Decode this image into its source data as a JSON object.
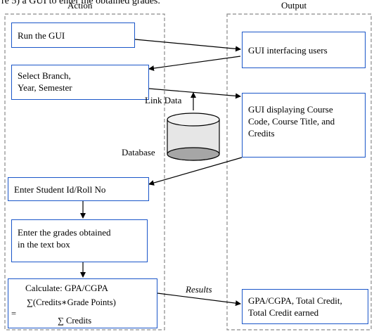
{
  "cut_caption": "re 5) a GUI to enter the obtained grades.",
  "columns": {
    "action": "Action",
    "output": "Output"
  },
  "action_steps": {
    "run_gui": "Run the GUI",
    "select_line1": "Select Branch,",
    "select_line2": "Year, Semester",
    "enter_id": "Enter Student Id/Roll No",
    "enter_grades_line1": "Enter the grades obtained",
    "enter_grades_line2": "in the text box",
    "calculate": "Calculate: GPA/CGPA",
    "formula_numerator": "∑(Credits∗Grade Points)",
    "formula_equals": "=",
    "formula_denominator": "∑ Credits"
  },
  "output_steps": {
    "gui_users": "GUI interfacing users",
    "display_line1": "GUI displaying Course",
    "display_line2": "Code, Course Title, and",
    "display_line3": "Credits",
    "result_line1": "GPA/CGPA, Total Credit,",
    "result_line2": "Total Credit earned"
  },
  "database": {
    "label": "Database",
    "link_label": "Link Data"
  },
  "results_label": "Results",
  "colors": {
    "box_border": "#1a56c9",
    "dashed": "#8a8a8a",
    "cylinder_fill": "#e6e6e6",
    "cylinder_base": "#a6a6a6"
  }
}
